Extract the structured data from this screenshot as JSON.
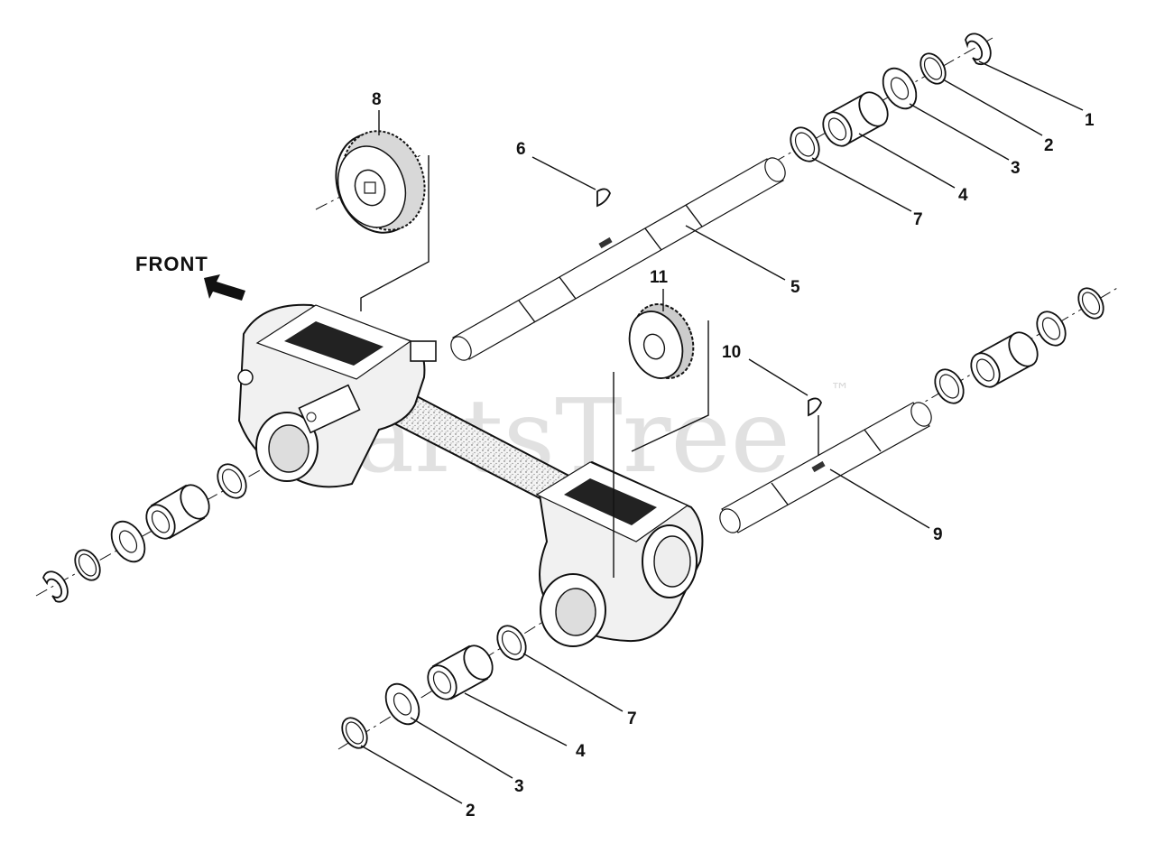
{
  "diagram": {
    "front_label": "FRONT",
    "watermark": "PartsTree",
    "trademark": "™",
    "callouts": [
      {
        "id": "c1",
        "text": "1"
      },
      {
        "id": "c2a",
        "text": "2"
      },
      {
        "id": "c3a",
        "text": "3"
      },
      {
        "id": "c4a",
        "text": "4"
      },
      {
        "id": "c7a",
        "text": "7"
      },
      {
        "id": "c5",
        "text": "5"
      },
      {
        "id": "c6",
        "text": "6"
      },
      {
        "id": "c8",
        "text": "8"
      },
      {
        "id": "c11",
        "text": "11"
      },
      {
        "id": "c10",
        "text": "10"
      },
      {
        "id": "c9",
        "text": "9"
      },
      {
        "id": "c7b",
        "text": "7"
      },
      {
        "id": "c4b",
        "text": "4"
      },
      {
        "id": "c3b",
        "text": "3"
      },
      {
        "id": "c2b",
        "text": "2"
      }
    ]
  }
}
